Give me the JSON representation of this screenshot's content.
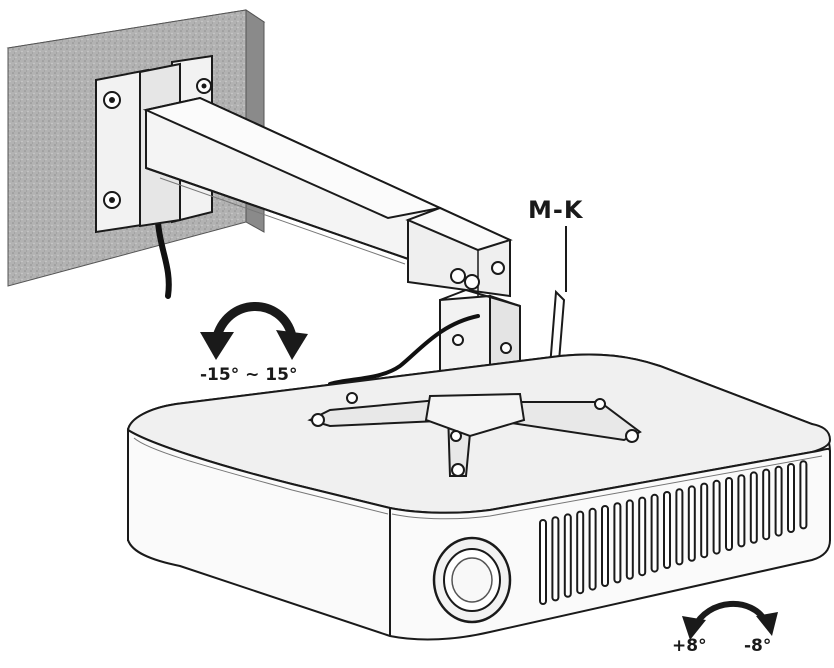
{
  "labels": {
    "tool": "M-K",
    "swivel_range": "-15° ~ 15°",
    "tilt_positive": "+8°",
    "tilt_negative": "-8°"
  },
  "colors": {
    "wall": "#b0b0b0",
    "line": "#1a1a1a",
    "metal": "#eeeeee",
    "projector": "#f6f6f6",
    "cable": "#111111"
  },
  "icons": {
    "swivel": "curved-double-arrow-icon",
    "tilt": "curved-double-arrow-icon"
  }
}
